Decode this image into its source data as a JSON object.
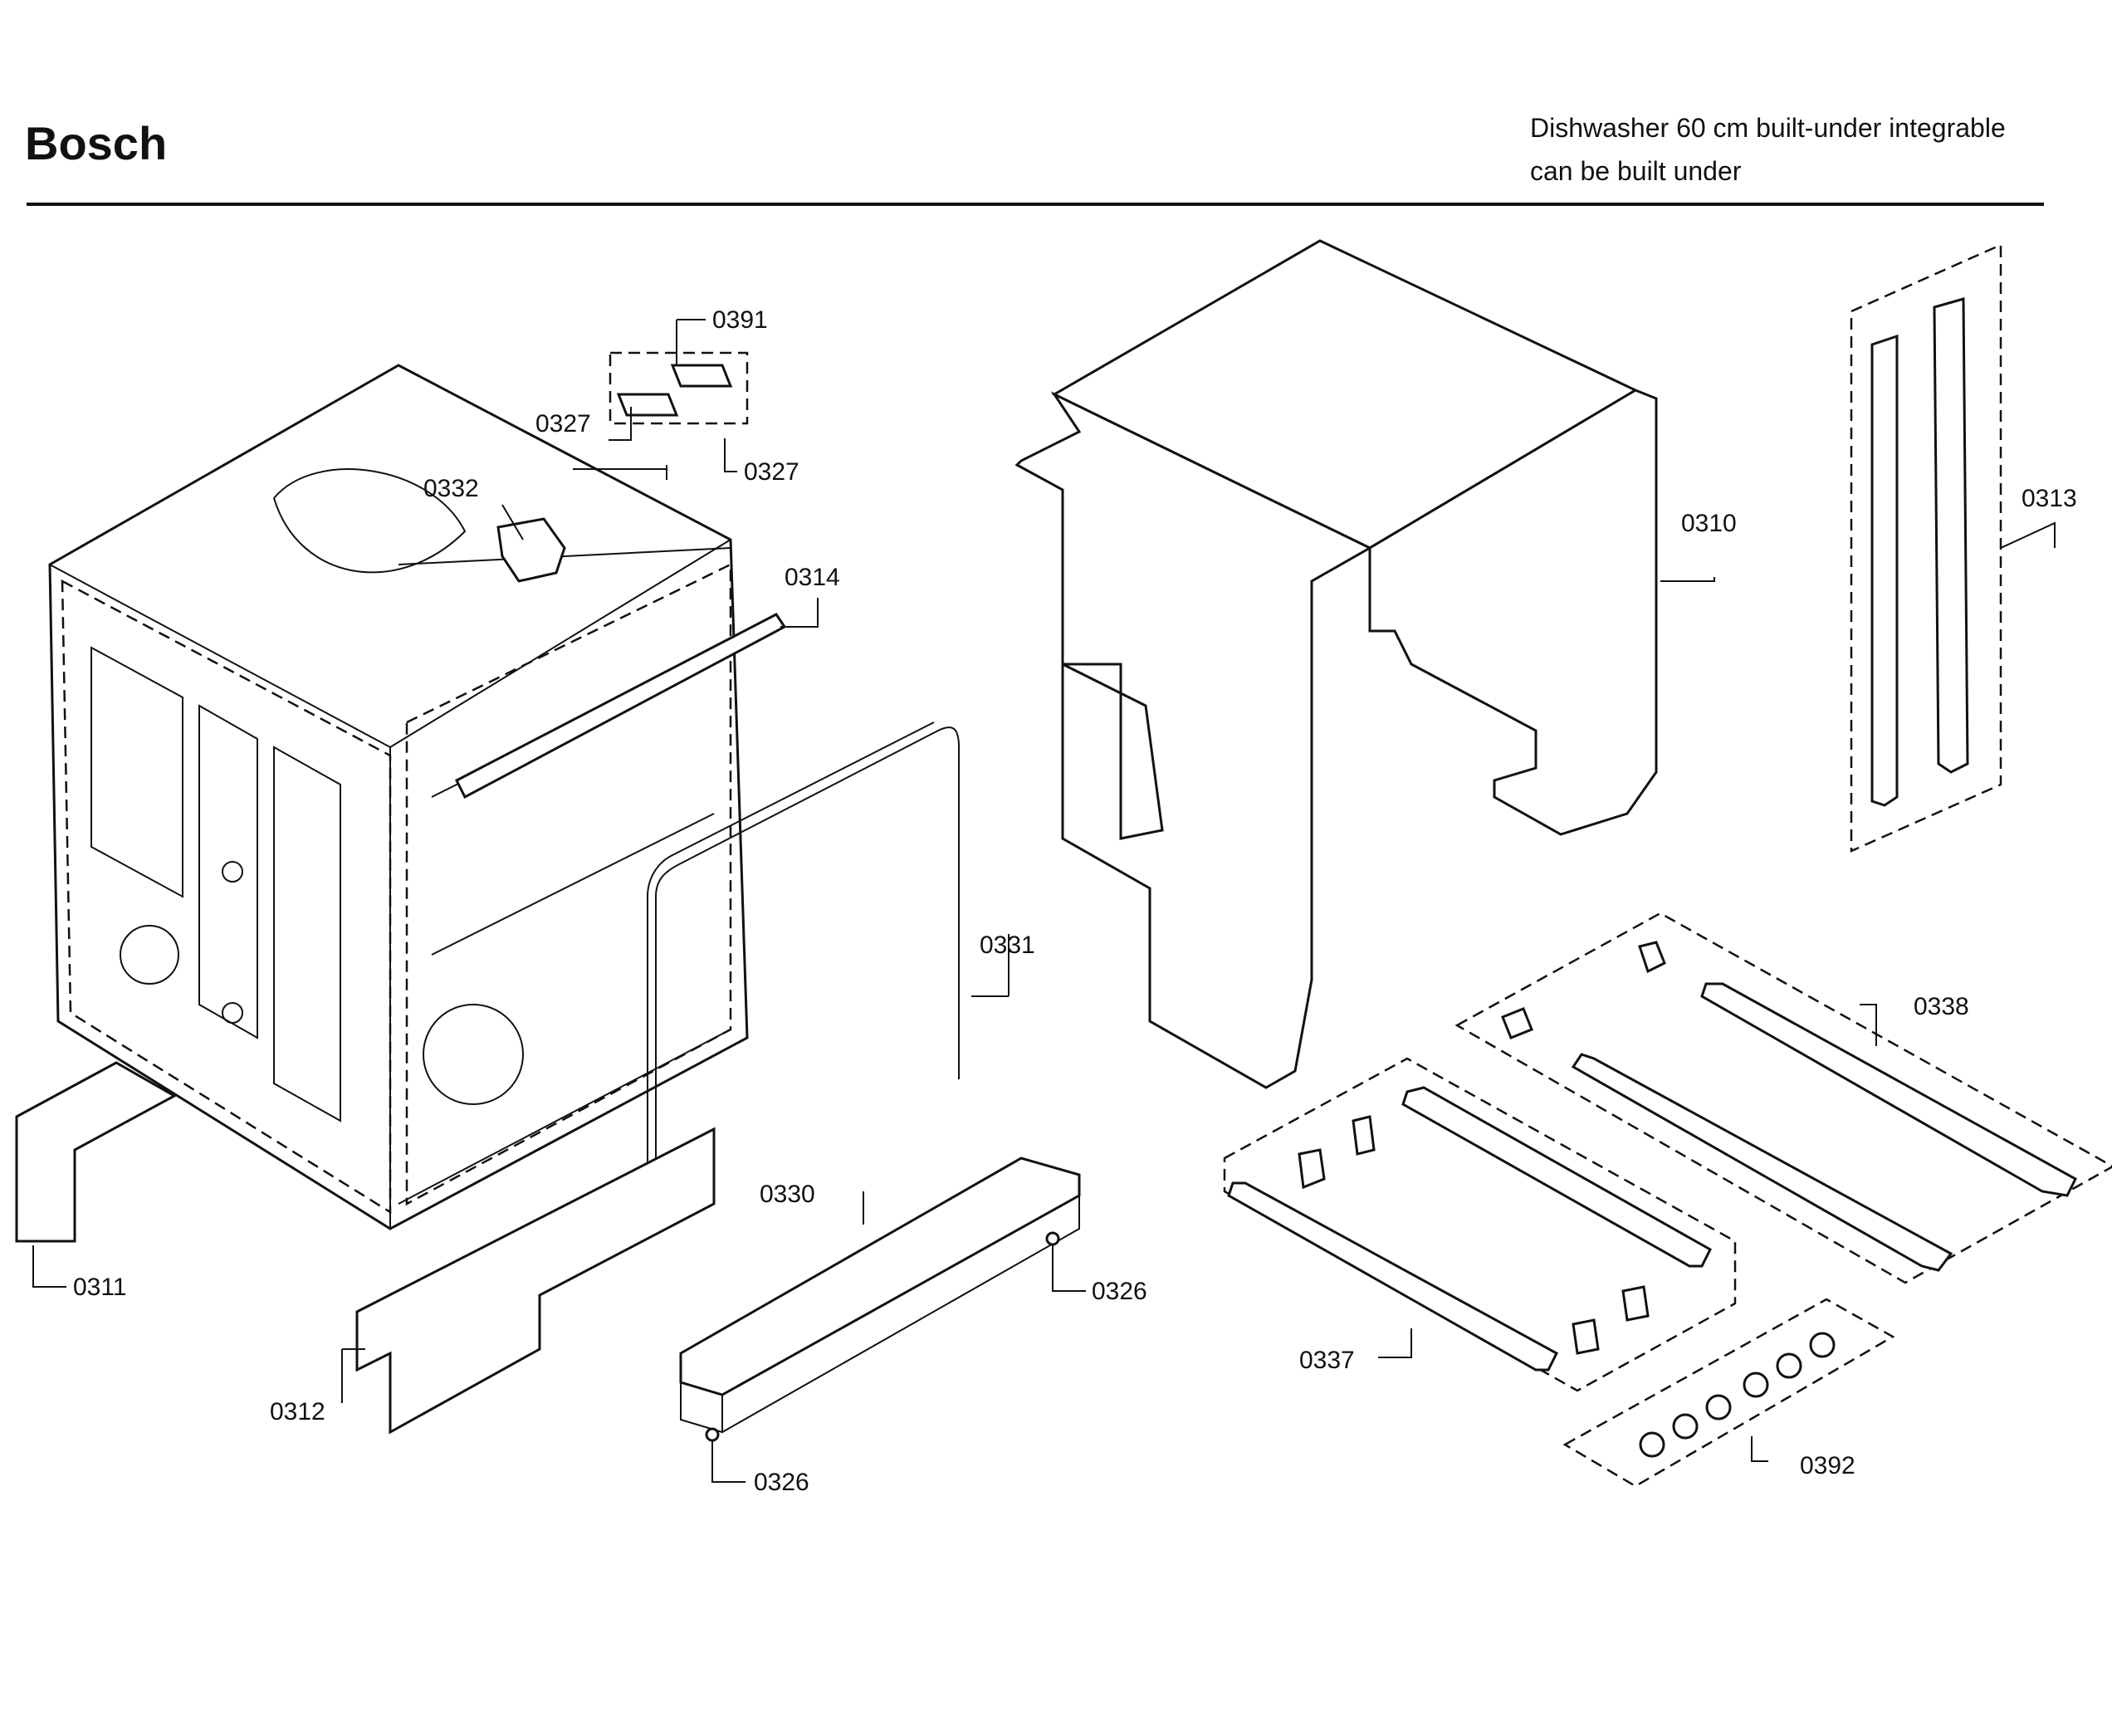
{
  "header": {
    "brand": "Bosch",
    "title_line1": "Dishwasher 60 cm built-under integrable",
    "title_line2": "can be built under"
  },
  "callouts": {
    "p0391": "0391",
    "p0327_a": "0327",
    "p0327_b": "0327",
    "p0332": "0332",
    "p0314": "0314",
    "p0331": "0331",
    "p0330": "0330",
    "p0326_a": "0326",
    "p0326_b": "0326",
    "p0311": "0311",
    "p0312": "0312",
    "p0310": "0310",
    "p0313": "0313",
    "p0338": "0338",
    "p0337": "0337",
    "p0392": "0392"
  }
}
